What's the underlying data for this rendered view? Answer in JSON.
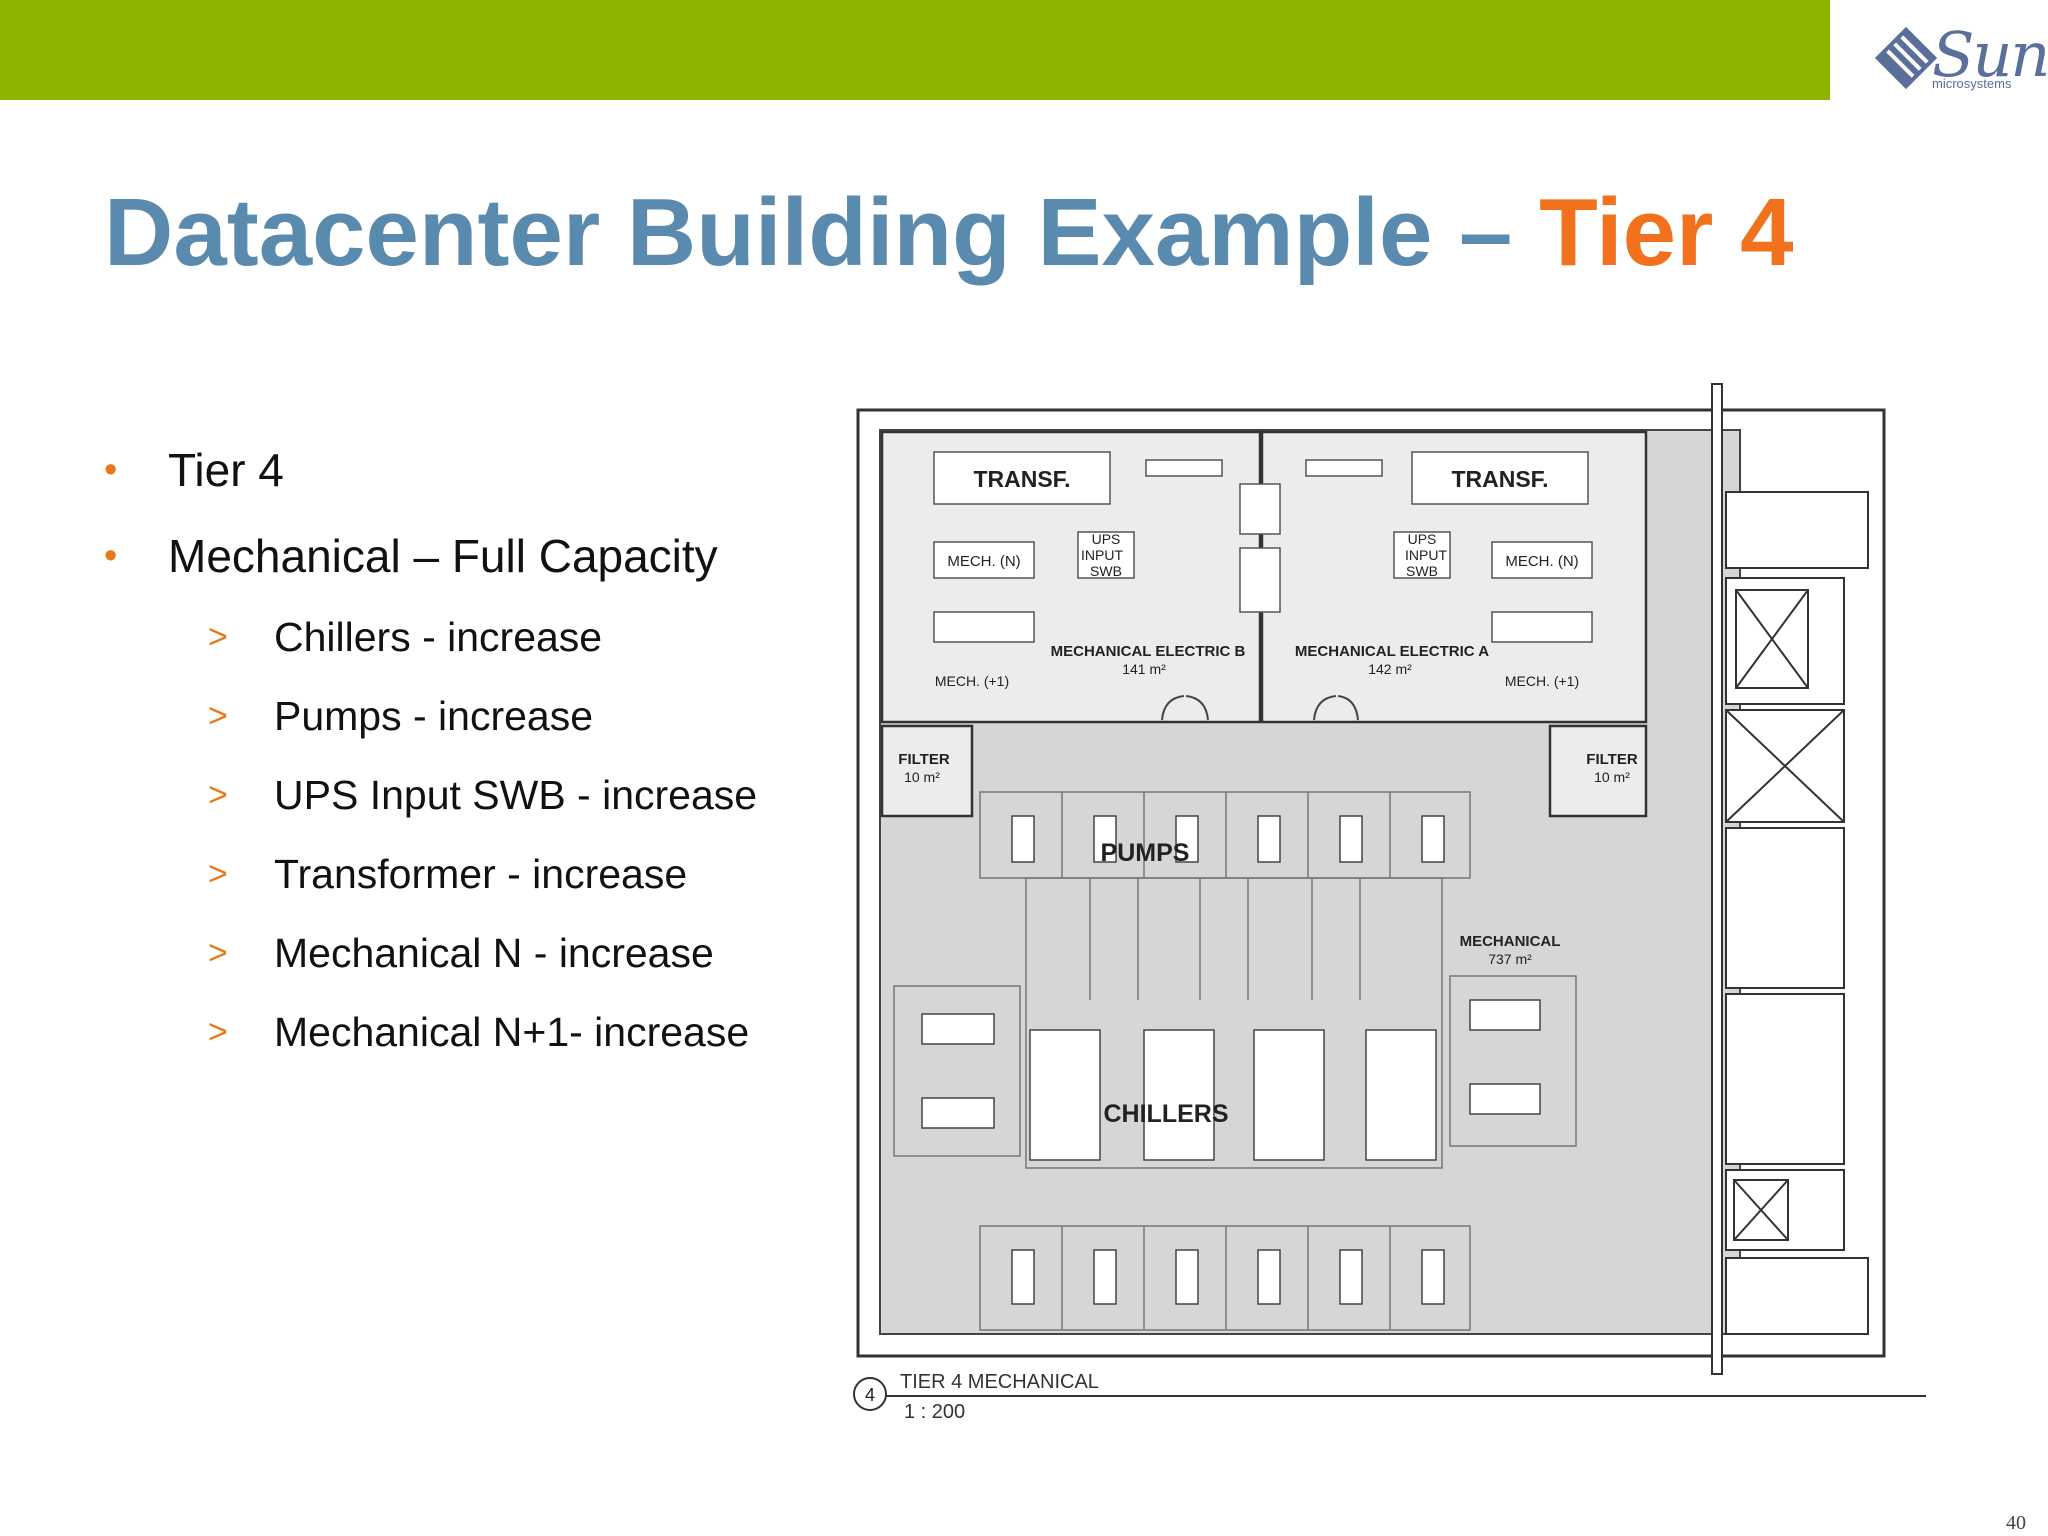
{
  "header": {
    "bar_color": "#8fb400"
  },
  "logo": {
    "brand": "Sun",
    "sub": "microsystems",
    "color": "#5a6f9a"
  },
  "title": {
    "main": "Datacenter Building Example – ",
    "accent": "Tier 4",
    "main_color": "#5a8aad",
    "accent_color": "#f2711c"
  },
  "bullets": [
    {
      "mark": "•",
      "text": "Tier 4"
    },
    {
      "mark": "•",
      "text": "Mechanical – Full Capacity"
    }
  ],
  "subbullets": [
    {
      "mark": ">",
      "text": "Chillers - increase"
    },
    {
      "mark": ">",
      "text": "Pumps - increase"
    },
    {
      "mark": ">",
      "text": "UPS Input SWB - increase"
    },
    {
      "mark": ">",
      "text": "Transformer - increase"
    },
    {
      "mark": ">",
      "text": "Mechanical N - increase"
    },
    {
      "mark": ">",
      "text": "Mechanical N+1- increase"
    }
  ],
  "plan": {
    "transf_left": "TRANSF.",
    "transf_right": "TRANSF.",
    "mech_n": "MECH. (N)",
    "mech_n1": "MECH. (+1)",
    "ups_1": "UPS",
    "ups_2": "INPUT",
    "ups_3": "SWB",
    "mech_elec_b": "MECHANICAL ELECTRIC B",
    "mech_elec_b_area": "141 m²",
    "mech_elec_a": "MECHANICAL ELECTRIC A",
    "mech_elec_a_area": "142 m²",
    "filter": "FILTER",
    "filter_area": "10 m²",
    "pumps": "PUMPS",
    "chillers": "CHILLERS",
    "mechanical": "MECHANICAL",
    "mechanical_area": "737 m²",
    "callout_number": "4",
    "caption_title": "TIER 4 MECHANICAL",
    "caption_scale": "1 : 200"
  },
  "page_number": "40"
}
